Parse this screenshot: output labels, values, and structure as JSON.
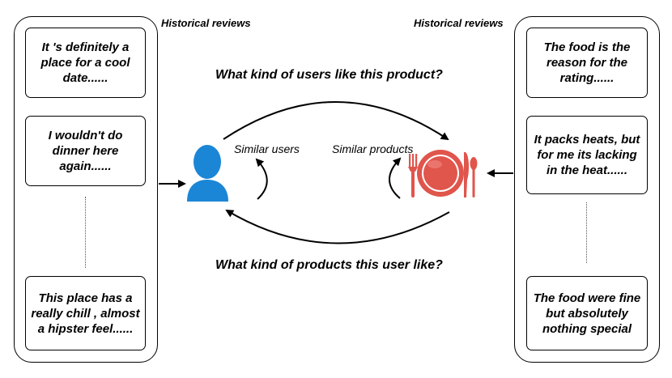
{
  "left_panel": {
    "title": "Historical reviews",
    "reviews": [
      "It 's definitely a place for a cool date......",
      "I wouldn't do dinner here again......",
      "This place has a really chill , almost a hipster feel......"
    ]
  },
  "right_panel": {
    "title": "Historical reviews",
    "reviews": [
      "The food is the reason for the rating......",
      "It packs heats, but for me its lacking in the heat......",
      "The food were fine but absolutely nothing special"
    ]
  },
  "top_question": "What kind of users like this product?",
  "bottom_question": "What kind of products this user like?",
  "similar_users": "Similar users",
  "similar_products": "Similar products",
  "icons": {
    "user": "user-silhouette-icon",
    "product": "plate-cutlery-icon"
  },
  "colors": {
    "user_icon": "#1c86d6",
    "product_icon": "#e0554c"
  }
}
